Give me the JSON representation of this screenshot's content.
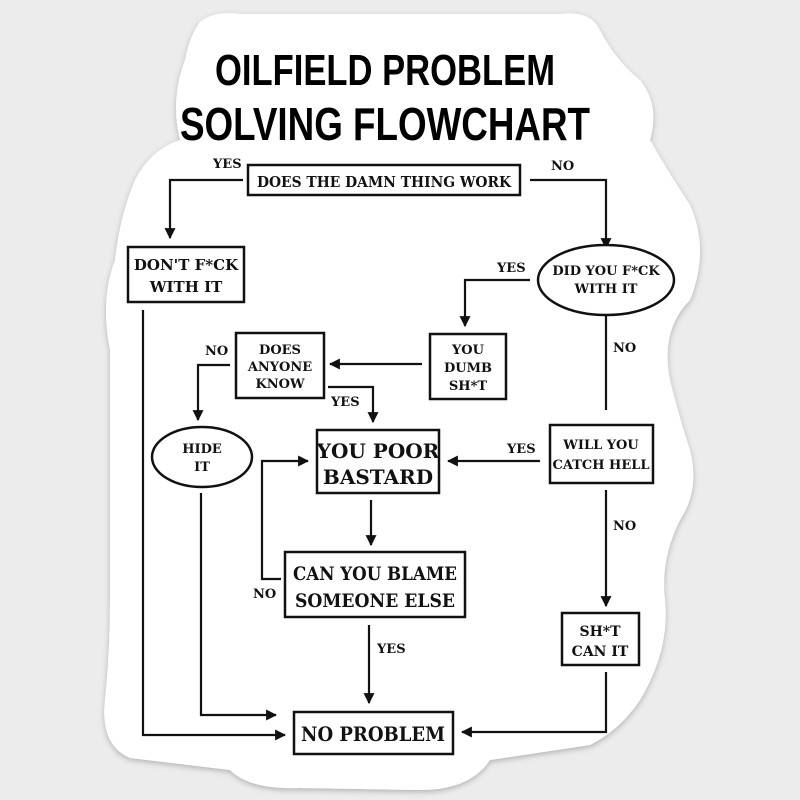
{
  "title": {
    "line1": "OILFIELD PROBLEM",
    "line2": "SOLVING FLOWCHART"
  },
  "nodes": {
    "does_it_work": {
      "lines": [
        "DOES THE DAMN THING WORK"
      ],
      "shape": "rect"
    },
    "dont_fck": {
      "lines": [
        "DON'T F*CK",
        "WITH IT"
      ],
      "shape": "rect"
    },
    "did_you_fck": {
      "lines": [
        "DID YOU F*CK",
        "WITH IT"
      ],
      "shape": "ellipse"
    },
    "you_dumb": {
      "lines": [
        "YOU",
        "DUMB",
        "SH*T"
      ],
      "shape": "rect"
    },
    "does_anyone_know": {
      "lines": [
        "DOES",
        "ANYONE",
        "KNOW"
      ],
      "shape": "rect"
    },
    "hide_it": {
      "lines": [
        "HIDE",
        "IT"
      ],
      "shape": "ellipse"
    },
    "you_poor_bastard": {
      "lines": [
        "YOU POOR",
        "BASTARD"
      ],
      "shape": "rect"
    },
    "will_you_catch_hell": {
      "lines": [
        "WILL YOU",
        "CATCH HELL"
      ],
      "shape": "rect"
    },
    "can_you_blame": {
      "lines": [
        "CAN YOU BLAME",
        "SOMEONE ELSE"
      ],
      "shape": "rect"
    },
    "sht_can_it": {
      "lines": [
        "SH*T",
        "CAN IT"
      ],
      "shape": "rect"
    },
    "no_problem": {
      "lines": [
        "NO PROBLEM"
      ],
      "shape": "rect"
    }
  },
  "edges": [
    {
      "from": "does_it_work",
      "to": "dont_fck",
      "label": "YES"
    },
    {
      "from": "does_it_work",
      "to": "did_you_fck",
      "label": "NO"
    },
    {
      "from": "did_you_fck",
      "to": "you_dumb",
      "label": "YES"
    },
    {
      "from": "did_you_fck",
      "to": "will_you_catch_hell",
      "label": "NO"
    },
    {
      "from": "you_dumb",
      "to": "does_anyone_know",
      "label": ""
    },
    {
      "from": "does_anyone_know",
      "to": "hide_it",
      "label": "NO"
    },
    {
      "from": "does_anyone_know",
      "to": "you_poor_bastard",
      "label": "YES"
    },
    {
      "from": "will_you_catch_hell",
      "to": "you_poor_bastard",
      "label": "YES"
    },
    {
      "from": "will_you_catch_hell",
      "to": "sht_can_it",
      "label": "NO"
    },
    {
      "from": "you_poor_bastard",
      "to": "can_you_blame",
      "label": ""
    },
    {
      "from": "can_you_blame",
      "to": "you_poor_bastard",
      "label": "NO"
    },
    {
      "from": "can_you_blame",
      "to": "no_problem",
      "label": "YES"
    },
    {
      "from": "hide_it",
      "to": "no_problem",
      "label": ""
    },
    {
      "from": "dont_fck",
      "to": "no_problem",
      "label": ""
    },
    {
      "from": "sht_can_it",
      "to": "no_problem",
      "label": ""
    }
  ],
  "colors": {
    "ink": "#111111",
    "sticker": "#ffffff",
    "background": "#ececec"
  }
}
